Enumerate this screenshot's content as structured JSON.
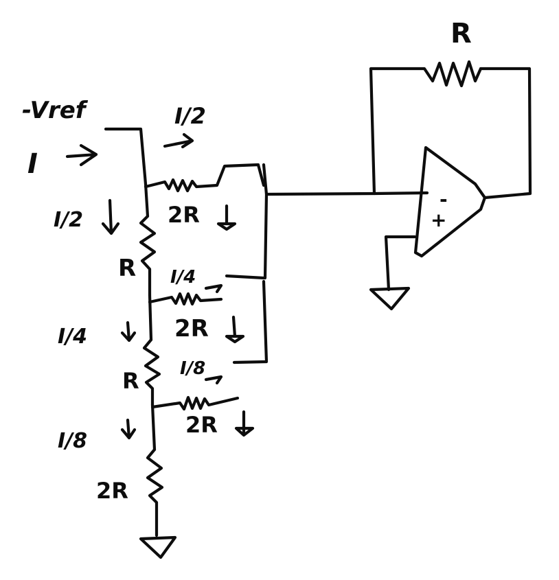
{
  "diagram": {
    "reference_label": "-Vref",
    "input_current": "I",
    "feedback_resistor": "R",
    "opamp_inverting": "-",
    "opamp_noninverting": "+",
    "ladder": {
      "branch_current_1": "I/2",
      "branch_current_2": "I/4",
      "branch_current_3": "I/8",
      "down_current_1": "I/2",
      "down_current_2": "I/4",
      "down_current_3": "I/8",
      "series_r_1": "R",
      "series_r_2": "R",
      "shunt_r_1": "2R",
      "shunt_r_2": "2R",
      "shunt_r_3": "2R",
      "terminating_r": "2R"
    },
    "colors": {
      "ink": "#0d0d0d",
      "paper": "#ffffff"
    }
  }
}
